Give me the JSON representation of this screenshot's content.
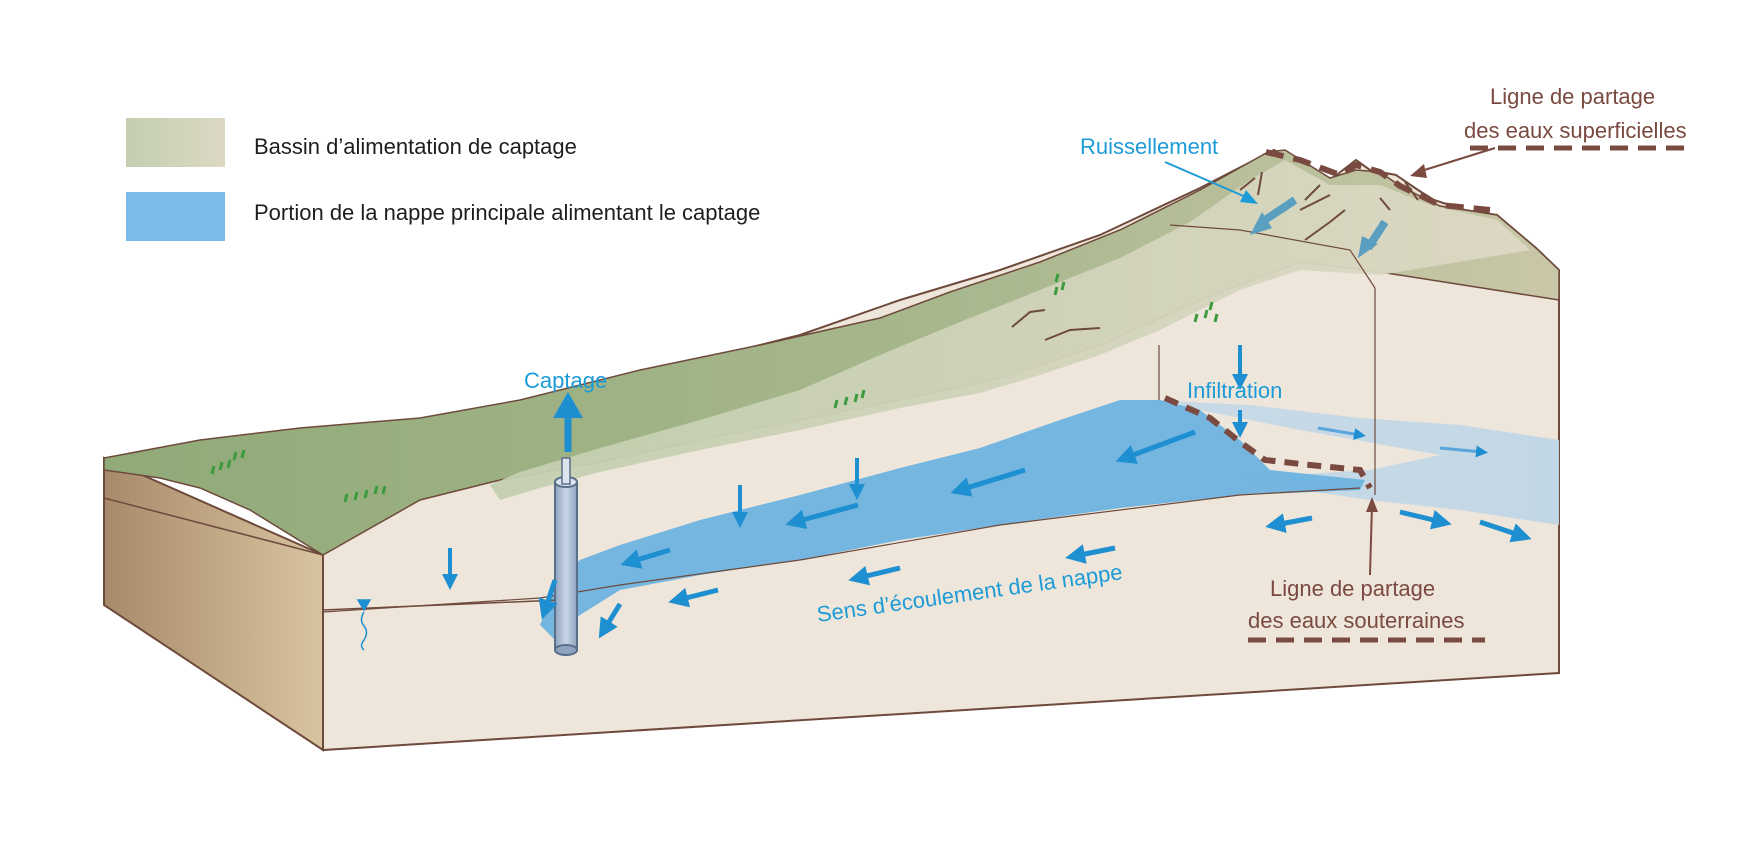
{
  "legend": {
    "catchment_label": "Bassin d’alimentation de captage",
    "aquifer_label": "Portion de la nappe principale alimentant le captage",
    "catchment_color": "#c6cfb4",
    "aquifer_color": "#7bbde9"
  },
  "labels": {
    "ruissellement": "Ruissellement",
    "captage": "Captage",
    "infiltration": "Infiltration",
    "flow_direction": "Sens d’écoulement de la nappe",
    "surface_divide_line1": "Ligne de partage",
    "surface_divide_line2": "des eaux superficielles",
    "ground_divide_line1": "Ligne de partage",
    "ground_divide_line2": "des eaux souterraines"
  },
  "colors": {
    "label_blue": "#1d9bd6",
    "label_brown": "#7a4a40",
    "arrow_blue": "#1e8fd0",
    "ground": "#eee6db",
    "aquifer_blue": "#6db3df",
    "divide_brown": "#7a4a40"
  }
}
